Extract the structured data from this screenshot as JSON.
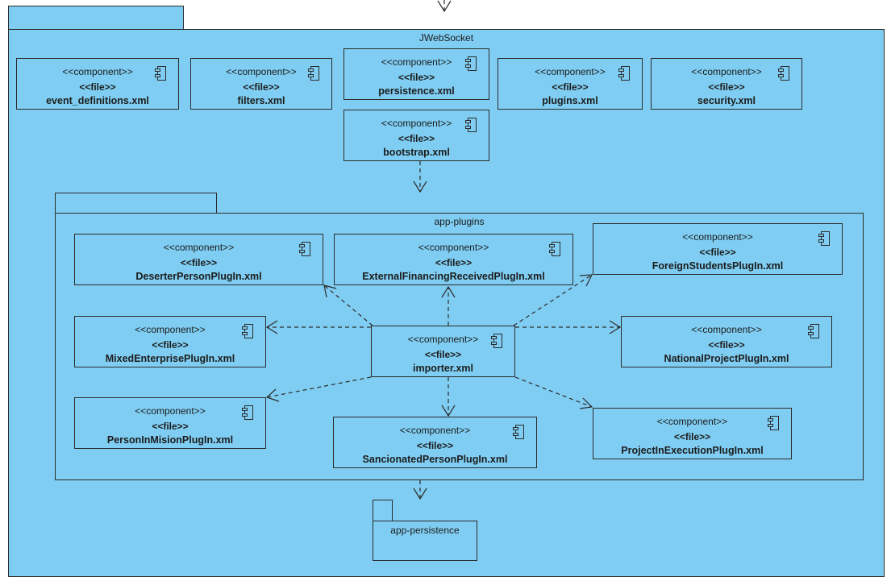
{
  "packages": {
    "jwebsocket": "JWebSocket",
    "app_plugins": "app-plugins",
    "app_persistence": "app-persistence"
  },
  "stereotypes": {
    "component": "<<component>>",
    "file": "<<file>>"
  },
  "components": {
    "event_definitions": "event_definitions.xml",
    "filters": "filters.xml",
    "persistence": "persistence.xml",
    "plugins": "plugins.xml",
    "security": "security.xml",
    "bootstrap": "bootstrap.xml",
    "deserter": "DeserterPersonPlugIn.xml",
    "external_financing": "ExternalFinancingReceivedPlugIn.xml",
    "foreign_students": "ForeignStudentsPlugIn.xml",
    "mixed_enterprise": "MixedEnterprisePlugIn.xml",
    "importer": "importer.xml",
    "national_project": "NationalProjectPlugIn.xml",
    "person_in_mision": "PersonInMisionPlugIn.xml",
    "sancionated_person": "SancionatedPersonPlugIn.xml",
    "project_in_execution": "ProjectInExecutionPlugIn.xml"
  },
  "colors": {
    "fill": "#7fcdf2",
    "stroke": "#2c2c2c"
  },
  "icons": {
    "component": "uml-component-icon"
  }
}
